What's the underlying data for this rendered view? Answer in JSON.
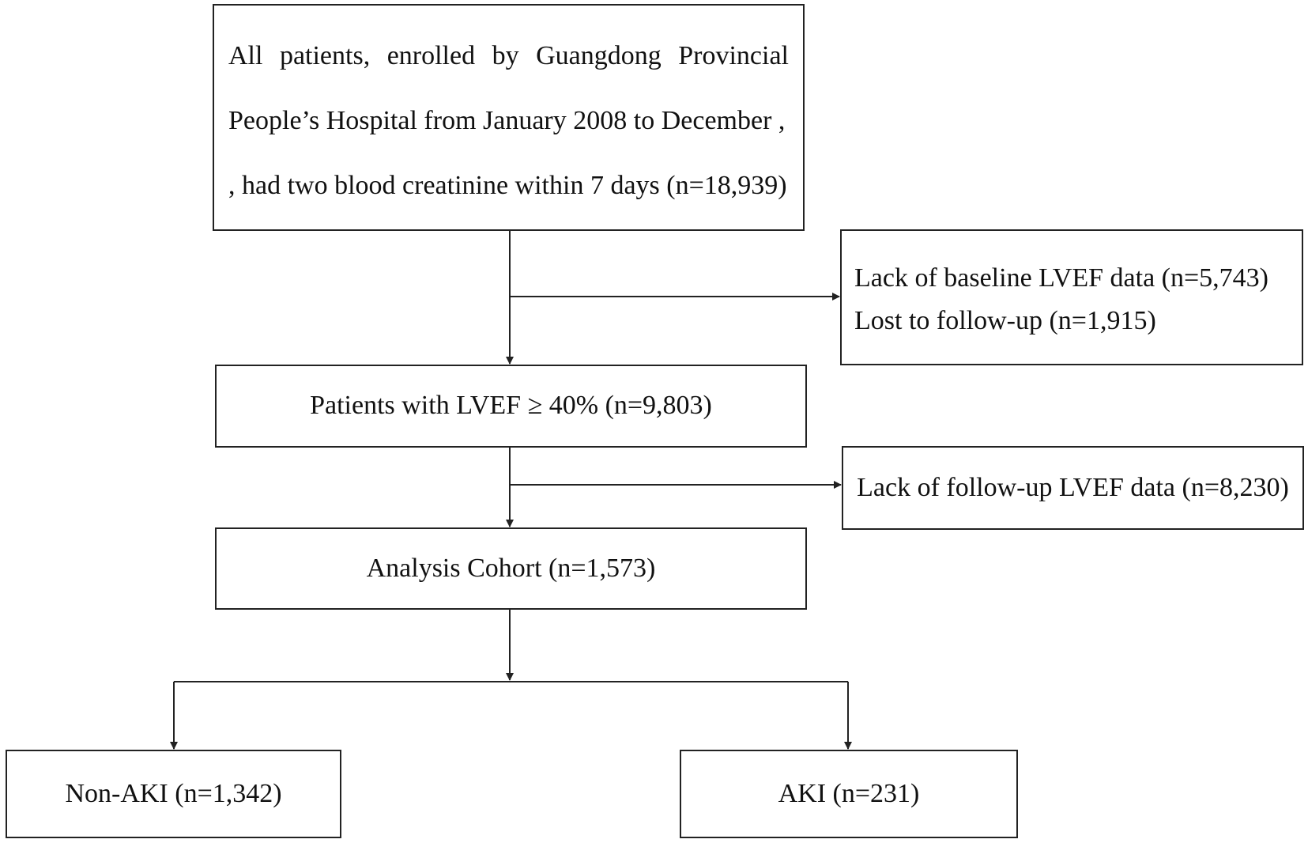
{
  "flowchart": {
    "enrollment": {
      "line1": "All patients, enrolled by Guangdong Provincial",
      "line2": "People’s Hospital from January 2008 to December ,",
      "line3": ", had two blood creatinine within 7 days (n=18,939)"
    },
    "exclusion_1": {
      "line1": "Lack of baseline LVEF data (n=5,743)",
      "line2": "Lost to follow-up (n=1,915)"
    },
    "lvef_patients": "Patients with LVEF ≥ 40% (n=9,803)",
    "exclusion_2": "Lack of follow-up LVEF data (n=8,230)",
    "analysis_cohort": "Analysis Cohort (n=1,573)",
    "non_aki": "Non-AKI (n=1,342)",
    "aki": "AKI (n=231)"
  }
}
